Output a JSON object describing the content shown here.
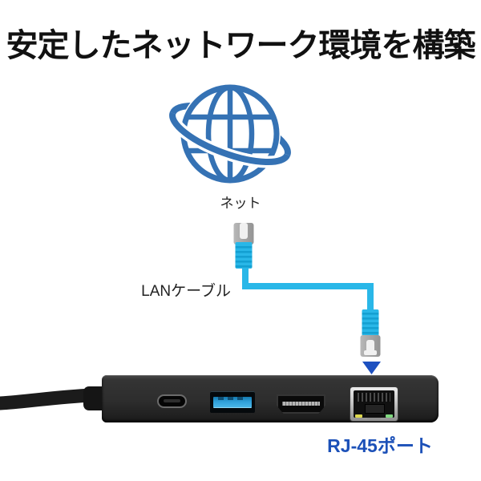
{
  "title": "安定したネットワーク環境を構築",
  "labels": {
    "network": "ネット",
    "lan_cable": "LANケーブル",
    "rj45_port": "RJ-45ポート"
  },
  "icons": {
    "globe": "globe-network-icon",
    "cable": "lan-cable-icon",
    "connector_top": "lan-connector-top-icon",
    "connector_bottom": "lan-connector-bottom-icon",
    "arrow": "down-arrow-icon",
    "device_ports": [
      "usb-c-port",
      "usb-a-port",
      "hdmi-port",
      "rj45-port"
    ]
  },
  "colors": {
    "title_text": "#111111",
    "globe_blue": "#3572b4",
    "cable_blue": "#29b7e8",
    "cable_stripe": "#14a0d2",
    "connector_gray": "#a9a9a9",
    "connector_clip": "#f1f1f1",
    "arrow_blue": "#1d50c0",
    "rj45_label_blue": "#1b50b8",
    "usb_a_blue": "#2f9fd8",
    "device_body": "#2d2d2d"
  }
}
